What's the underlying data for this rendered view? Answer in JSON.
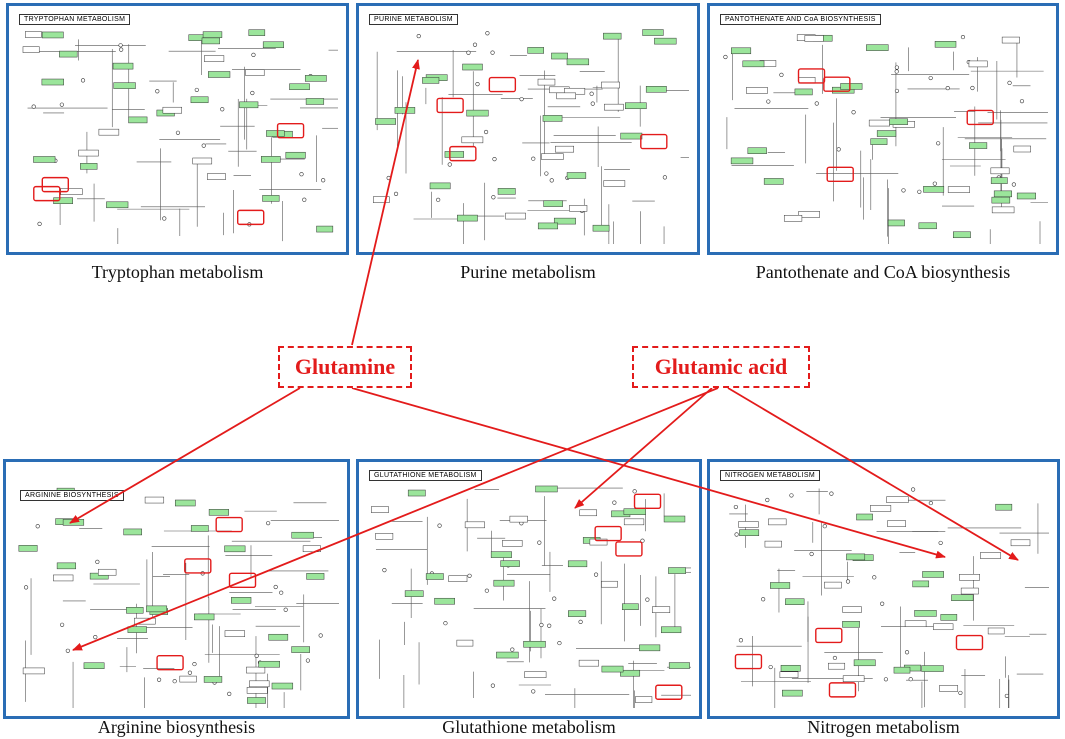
{
  "hubs": {
    "glutamine": "Glutamine",
    "glutamic_acid": "Glutamic acid"
  },
  "panels": [
    {
      "id": "tryptophan",
      "title": "TRYPTOPHAN METABOLISM",
      "caption": "Tryptophan metabolism"
    },
    {
      "id": "purine",
      "title": "PURINE METABOLISM",
      "caption": "Purine metabolism"
    },
    {
      "id": "pantothenate",
      "title": "PANTOTHENATE AND CoA BIOSYNTHESIS",
      "caption": "Pantothenate and CoA biosynthesis"
    },
    {
      "id": "arginine",
      "title": "ARGININE BIOSYNTHESIS",
      "caption": "Arginine biosynthesis"
    },
    {
      "id": "glutathione",
      "title": "GLUTATHIONE METABOLISM",
      "caption": "Glutathione metabolism"
    },
    {
      "id": "nitrogen",
      "title": "NITROGEN METABOLISM",
      "caption": "Nitrogen metabolism"
    }
  ],
  "colors": {
    "panel_border": "#2a6db5",
    "highlight": "#e31b1b",
    "enzyme_box": "#9be59b"
  }
}
